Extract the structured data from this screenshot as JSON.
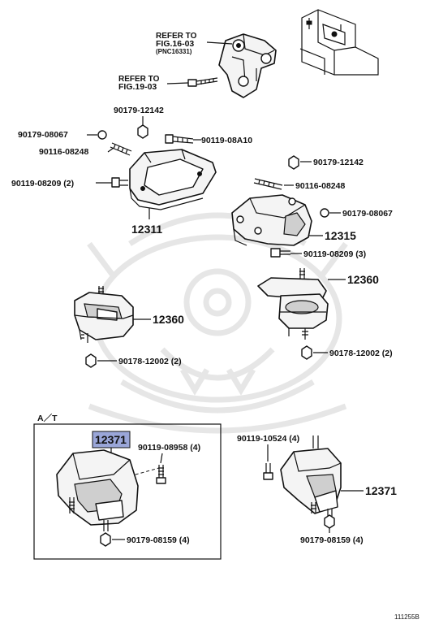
{
  "labels": {
    "refer_fig16_l1": "REFER TO",
    "refer_fig16_l2": "FIG.16-03",
    "refer_fig16_l3": "(PNC16331)",
    "refer_fig19_l1": "REFER TO",
    "refer_fig19_l2": "FIG.19-03",
    "p90179_12142_a": "90179-12142",
    "p90179_08067_a": "90179-08067",
    "p90116_08248_a": "90116-08248",
    "p90119_08a10": "90119-08A10",
    "p90119_08209_a": "90119-08209 (2)",
    "p12311": "12311",
    "p90179_12142_b": "90179-12142",
    "p90116_08248_b": "90116-08248",
    "p90179_08067_b": "90179-08067",
    "p12315": "12315",
    "p90119_08209_b": "90119-08209 (3)",
    "p12360_left": "12360",
    "p12360_right": "12360",
    "p90178_12002_left": "90178-12002 (2)",
    "p90178_12002_right": "90178-12002 (2)",
    "at_label": "A／T",
    "p12371_highlight": "12371",
    "p90119_08958": "90119-08958 (4)",
    "p90179_08159_left": "90179-08159 (4)",
    "p90119_10524": "90119-10524 (4)",
    "p12371_right": "12371",
    "p90179_08159_right": "90179-08159 (4)",
    "figure_id": "111255B"
  },
  "colors": {
    "ink": "#111111",
    "highlight": "#9aa6d8",
    "watermark": "#e6e6e6",
    "background": "#ffffff"
  }
}
